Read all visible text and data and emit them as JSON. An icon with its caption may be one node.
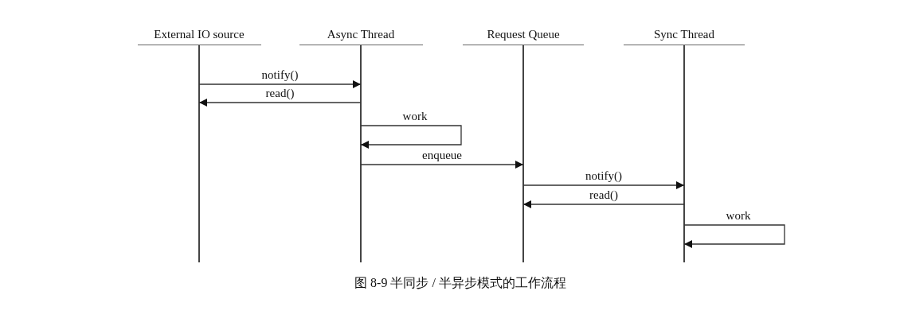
{
  "diagram": {
    "caption": "图 8-9 半同步 / 半异步模式的工作流程",
    "nodes": [
      {
        "text": [
          "External IO source"
        ]
      },
      {
        "text": [
          "Async Thread"
        ]
      },
      {
        "text": [
          "Request Queue"
        ]
      },
      {
        "text": [
          "Sync Thread"
        ]
      }
    ],
    "edges": [
      {
        "from": 0,
        "to": 1,
        "arrow": "to",
        "label": "notify()"
      },
      {
        "from": 1,
        "to": 0,
        "arrow": "to",
        "label": "read()"
      },
      {
        "from": 1,
        "to": 1,
        "arrow": "to",
        "label": "work"
      },
      {
        "from": 1,
        "to": 2,
        "arrow": "to",
        "label": "enqueue"
      },
      {
        "from": 2,
        "to": 3,
        "arrow": "to",
        "label": "notify()"
      },
      {
        "from": 3,
        "to": 2,
        "arrow": "to",
        "label": "read()"
      },
      {
        "from": 3,
        "to": 3,
        "arrow": "to",
        "label": "work"
      }
    ]
  }
}
